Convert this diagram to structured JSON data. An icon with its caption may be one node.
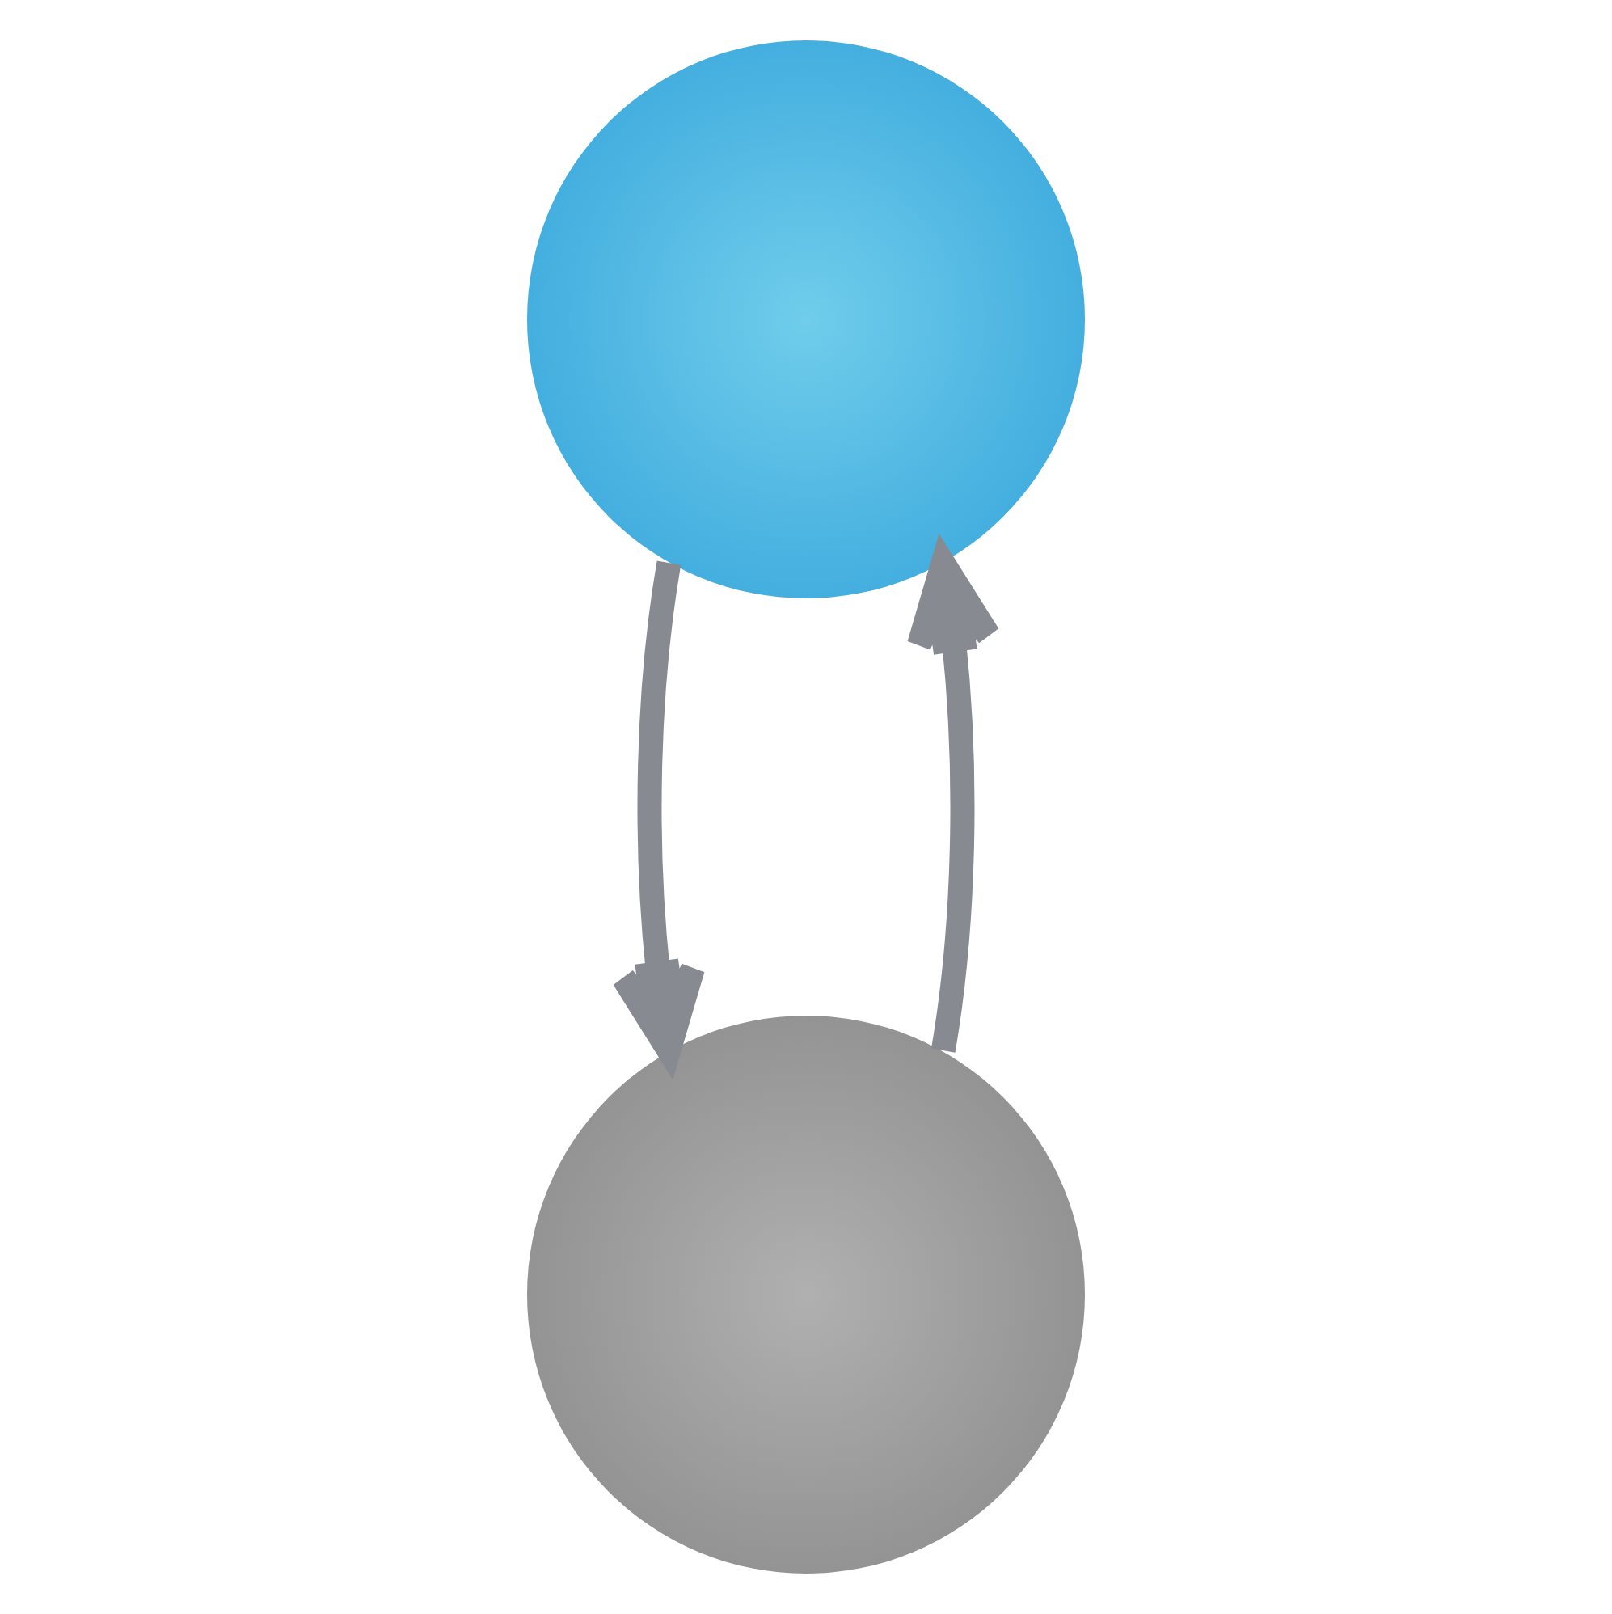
{
  "diagram": {
    "nodes": [
      {
        "text": [],
        "shape": "circle"
      },
      {
        "text": [],
        "shape": "circle"
      }
    ],
    "edges": [
      {
        "from": 1,
        "to": 0,
        "arrow": "to"
      },
      {
        "from": 0,
        "to": 1,
        "arrow": "to"
      }
    ]
  }
}
